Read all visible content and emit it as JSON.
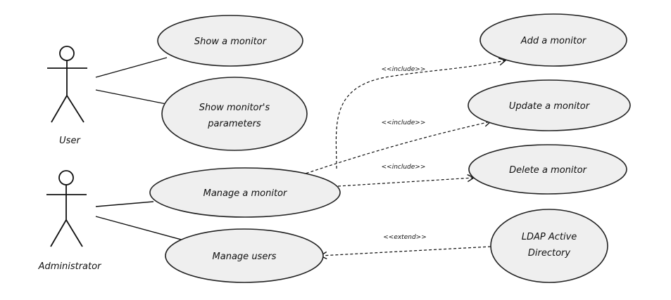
{
  "actors": {
    "user": "User",
    "administrator": "Administrator"
  },
  "use_cases": {
    "show_monitor": "Show a monitor",
    "show_params_line1": "Show monitor's",
    "show_params_line2": "parameters",
    "manage_monitor": "Manage a monitor",
    "manage_users": "Manage users",
    "add_monitor": "Add a monitor",
    "update_monitor": "Update a monitor",
    "delete_monitor": "Delete a monitor",
    "ldap_line1": "LDAP Active",
    "ldap_line2": "Directory"
  },
  "relations": {
    "include_add": "<<include>>",
    "include_update": "<<include>>",
    "include_delete": "<<include>>",
    "extend_users": "<<extend>>"
  }
}
